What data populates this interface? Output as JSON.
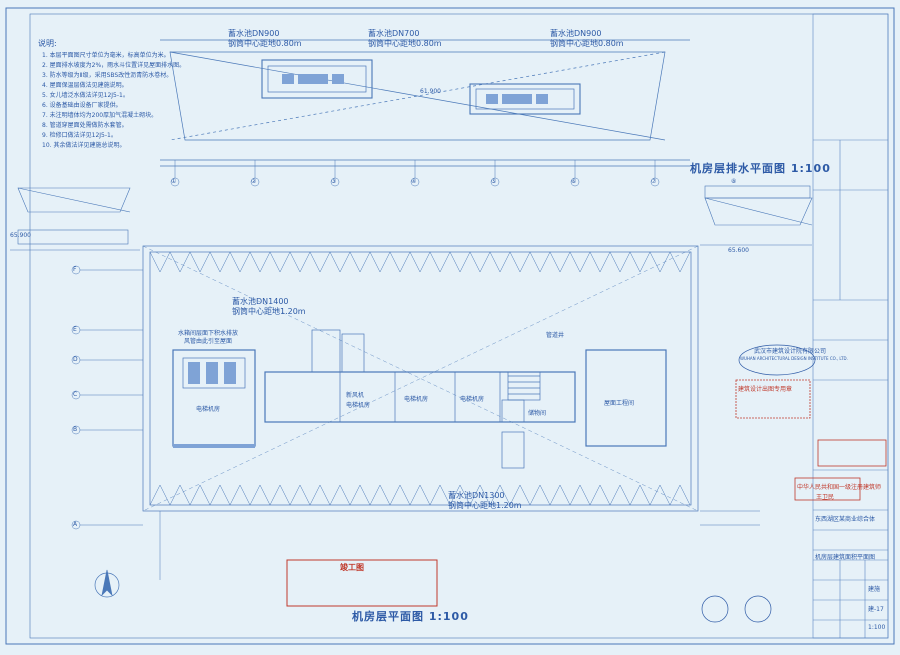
{
  "plans": {
    "upper_title": "机房层排水平面图 1:100",
    "lower_title": "机房层平面图 1:100"
  },
  "pipe_notes": {
    "upper_left": [
      "蓄水池DN900",
      "钢筒中心距地0.80m"
    ],
    "upper_mid": [
      "蓄水池DN700",
      "钢筒中心距地0.80m"
    ],
    "upper_right": [
      "蓄水池DN900",
      "钢筒中心距地0.80m"
    ],
    "lower_top": [
      "蓄水池DN1400",
      "钢筒中心距地1.20m"
    ],
    "lower_bottom": [
      "蓄水池DN1300",
      "钢筒中心距地1.20m"
    ]
  },
  "rooms": {
    "left_room": "电梯机房",
    "note_left": "水箱间层面下积水排放",
    "note_left2": "风管由此引至屋面",
    "equip1": "电梯机房",
    "equip2": "电梯机房",
    "store": "储物间",
    "right_room": "屋面工程间",
    "pipe_well": "管道井",
    "mid_label": "新风机",
    "mid_label2": "电梯机房"
  },
  "grid_labels": {
    "top": [
      "①",
      "②",
      "③",
      "④",
      "⑤",
      "⑥",
      "⑦",
      "⑧"
    ],
    "side": [
      "A",
      "B",
      "C",
      "D",
      "E",
      "F"
    ]
  },
  "title_block": {
    "company_cn": "武汉市建筑设计院有限公司",
    "company_en": "WUHAN ARCHITECTURAL DESIGN INSTITUTE CO., LTD.",
    "project": "东西湖区某商业综合体",
    "drawing_name": "机房层建筑面积平面图",
    "completed_stamp": "竣工图",
    "seal_top": "建筑设计出图专用章",
    "seal_mid": "中华人民共和国一级注册建筑师",
    "seal_name": "王卫民",
    "sheet_no": "建-17",
    "scale": "1:100",
    "discipline": "建施"
  },
  "elevations": {
    "e1": "65.900",
    "e2": "65.600",
    "e3": "61.900"
  },
  "notes": {
    "heading": "说明:",
    "lines": [
      "1. 本层平面图尺寸单位为毫米，标高单位为米。",
      "2. 屋面排水坡度为2%，雨水斗位置详见屋面排水图。",
      "3. 防水等级为Ⅱ级，采用SBS改性沥青防水卷材。",
      "4. 屋面保温层做法见建施说明。",
      "5. 女儿墙泛水做法详见12J5-1。",
      "6. 设备基础由设备厂家提供。",
      "7. 未注明墙体均为200厚加气混凝土砌块。",
      "8. 管道穿屋面处需做防水套管。",
      "9. 检修口做法详见12J5-1。",
      "10. 其余做法详见建施总说明。"
    ]
  }
}
